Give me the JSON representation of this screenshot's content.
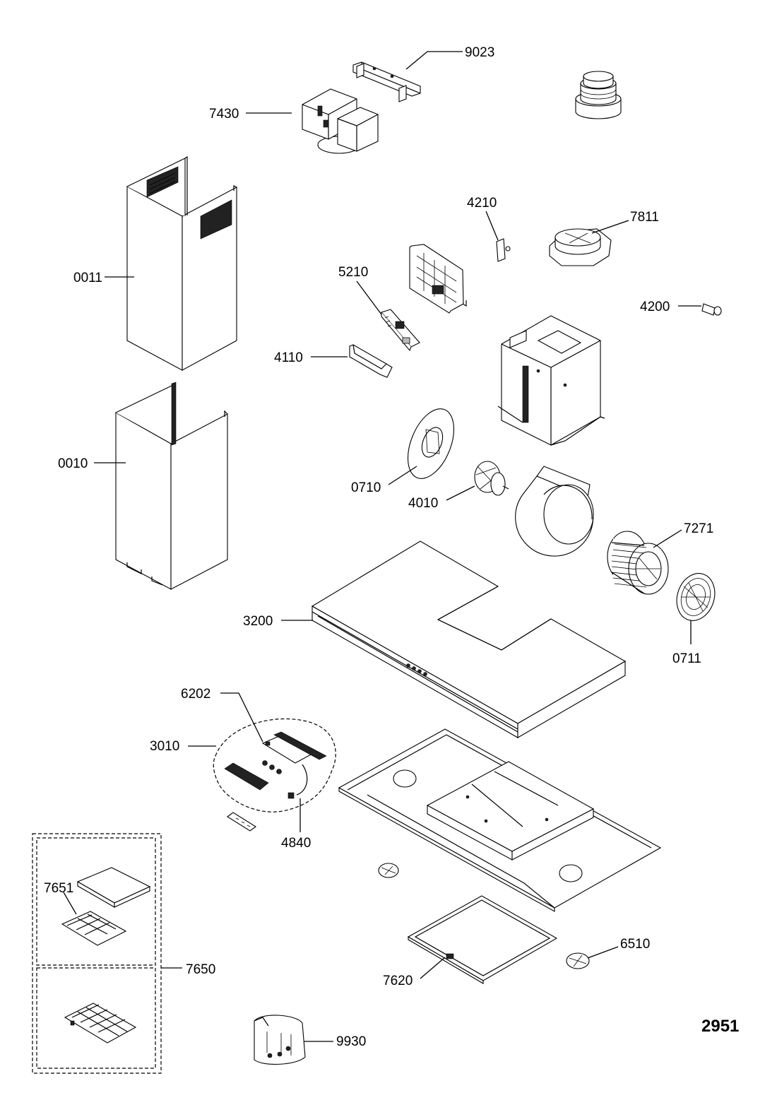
{
  "figure_number": "2951",
  "parts": [
    {
      "id": "p9023",
      "code": "9023"
    },
    {
      "id": "p7430",
      "code": "7430"
    },
    {
      "id": "p0011",
      "code": "0011"
    },
    {
      "id": "p4210",
      "code": "4210"
    },
    {
      "id": "p7811",
      "code": "7811"
    },
    {
      "id": "p5210",
      "code": "5210"
    },
    {
      "id": "p4200",
      "code": "4200"
    },
    {
      "id": "p4110",
      "code": "4110"
    },
    {
      "id": "p0010",
      "code": "0010"
    },
    {
      "id": "p0710",
      "code": "0710"
    },
    {
      "id": "p4010",
      "code": "4010"
    },
    {
      "id": "p7271",
      "code": "7271"
    },
    {
      "id": "p3200",
      "code": "3200"
    },
    {
      "id": "p0711",
      "code": "0711"
    },
    {
      "id": "p6202",
      "code": "6202"
    },
    {
      "id": "p3010",
      "code": "3010"
    },
    {
      "id": "p4840",
      "code": "4840"
    },
    {
      "id": "p7651",
      "code": "7651"
    },
    {
      "id": "p7650",
      "code": "7650"
    },
    {
      "id": "p6510",
      "code": "6510"
    },
    {
      "id": "p7620",
      "code": "7620"
    },
    {
      "id": "p9930",
      "code": "9930"
    }
  ]
}
